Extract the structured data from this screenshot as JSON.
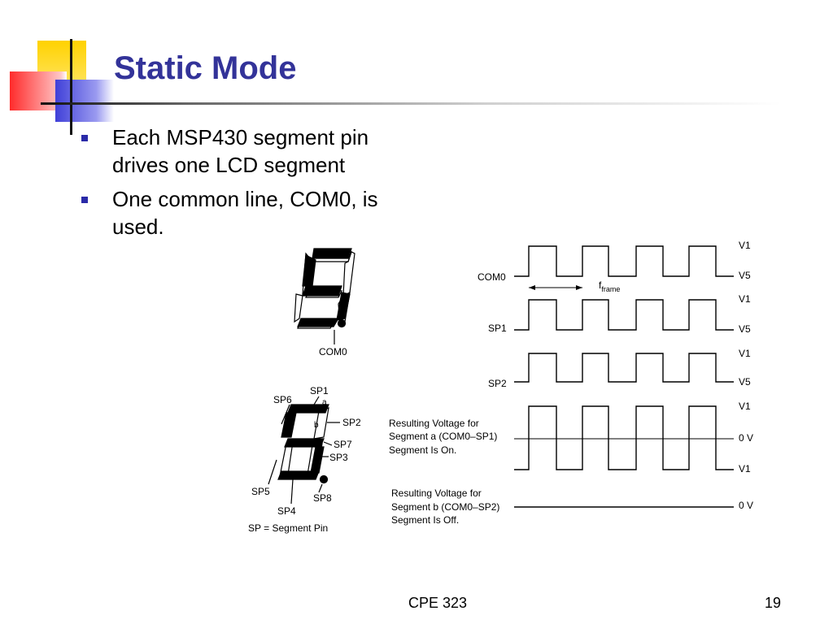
{
  "slide": {
    "title": "Static Mode",
    "bullets": [
      "Each MSP430 segment pin drives one LCD segment",
      "One common line, COM0, is used."
    ]
  },
  "figure": {
    "display_top": {
      "com_label": "COM0"
    },
    "display_bottom": {
      "labels": {
        "sp1": "SP1",
        "a": "a",
        "sp6": "SP6",
        "b": "b",
        "sp2": "SP2",
        "sp7": "SP7",
        "sp3": "SP3",
        "sp5": "SP5",
        "sp8": "SP8",
        "sp4": "SP4"
      },
      "legend": "SP = Segment Pin"
    },
    "waveforms": {
      "com0": "COM0",
      "frame_label_main": "f",
      "frame_label_sub": "frame",
      "sp1": "SP1",
      "sp2": "SP2",
      "v1": "V1",
      "v5": "V5",
      "zero_v": "0 V",
      "result_a": [
        "Resulting Voltage for",
        "Segment a (COM0–SP1)",
        "Segment Is On."
      ],
      "result_b": [
        "Resulting Voltage for",
        "Segment b (COM0–SP2)",
        "Segment Is Off."
      ]
    }
  },
  "footer": {
    "course": "CPE 323",
    "page": "19"
  },
  "colors": {
    "title": "#333399",
    "bullet": "#2a2aa8",
    "deco_yellow": "#ffd200",
    "deco_red": "#ff2b2b",
    "deco_blue": "#4040d8"
  }
}
